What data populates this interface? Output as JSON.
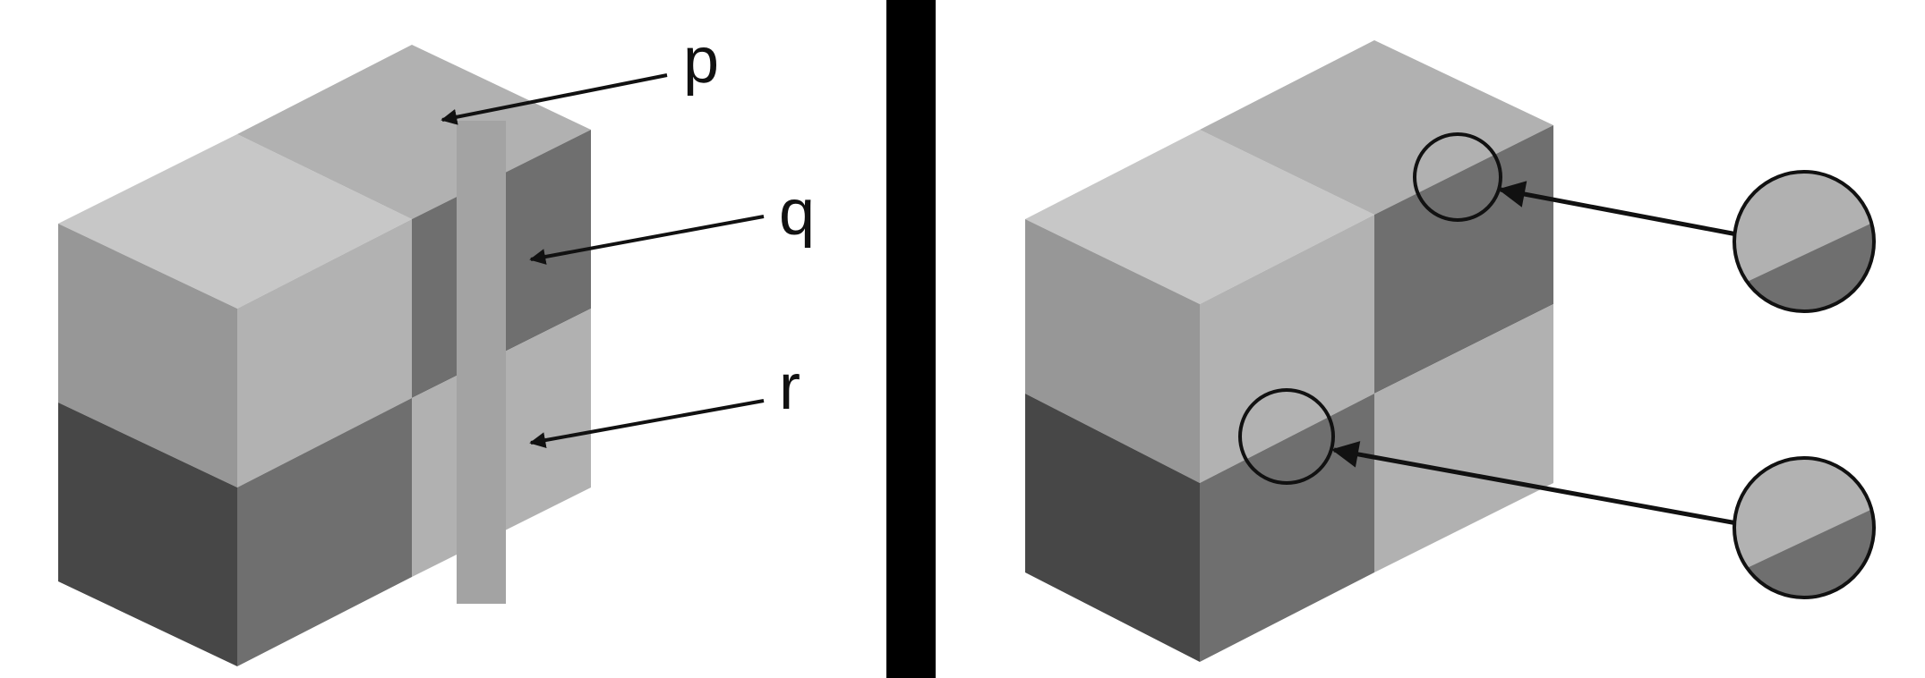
{
  "labels": {
    "p": "p",
    "q": "q",
    "r": "r"
  },
  "colors": {
    "background": "#ffffff",
    "divider": "#000000",
    "outline": "#111111",
    "pillar": "#a3a3a3",
    "top_light": "#c7c7c7",
    "top_medium": "#b1b1b1",
    "side_light": "#b2b2b2",
    "side_medium": "#979797",
    "side_dark": "#6f6f6f",
    "side_darker": "#5f5f5f",
    "side_darkest": "#474747"
  }
}
